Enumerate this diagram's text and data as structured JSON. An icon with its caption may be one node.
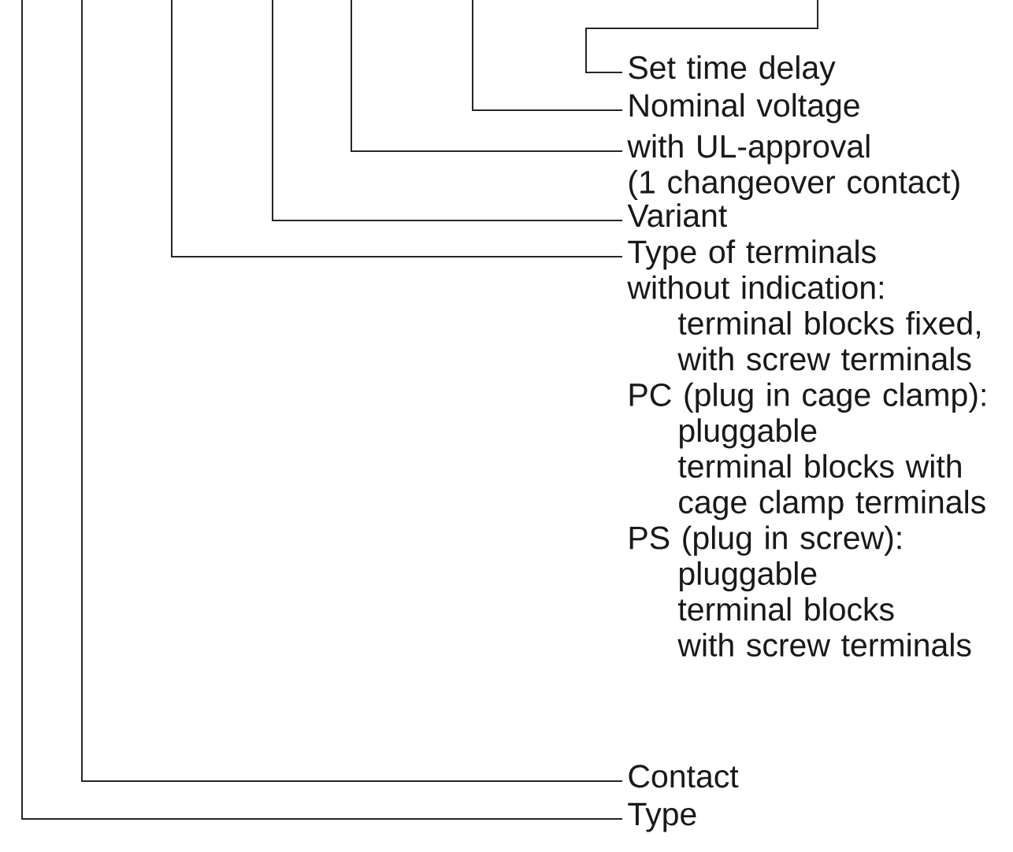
{
  "diagram": {
    "nodes": [
      {
        "text": [
          "Set time delay"
        ]
      },
      {
        "text": [
          "Nominal voltage"
        ]
      },
      {
        "text": [
          "with UL-approval (1 changeover contact)"
        ]
      },
      {
        "text": [
          "Variant"
        ]
      },
      {
        "text": [
          "Type of terminals",
          "without indication:",
          "terminal blocks fixed, with screw terminals",
          "PC (plug in cage clamp):",
          "pluggable terminal blocks with cage clamp terminals",
          "PS (plug in screw):",
          "pluggable terminal blocks with screw terminals"
        ]
      },
      {
        "text": [
          "Contact"
        ]
      },
      {
        "text": [
          "Type"
        ]
      }
    ],
    "edges": [
      {
        "from": null,
        "to": 0,
        "arrow": "none"
      },
      {
        "from": null,
        "to": 1,
        "arrow": "none"
      },
      {
        "from": null,
        "to": 2,
        "arrow": "none"
      },
      {
        "from": null,
        "to": 3,
        "arrow": "none"
      },
      {
        "from": null,
        "to": 4,
        "arrow": "none"
      },
      {
        "from": null,
        "to": 5,
        "arrow": "none"
      },
      {
        "from": null,
        "to": 6,
        "arrow": "none"
      }
    ]
  }
}
